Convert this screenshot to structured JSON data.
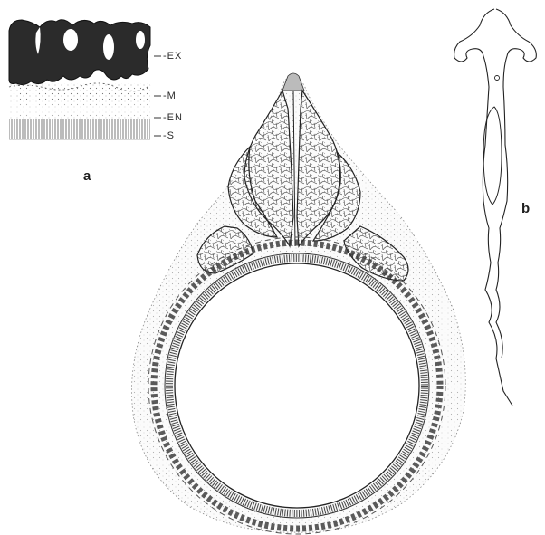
{
  "panels": {
    "a": {
      "letter": "a",
      "labels": [
        "EX",
        "M",
        "EN",
        "S"
      ]
    },
    "b": {
      "letter": "b"
    }
  },
  "colors": {
    "ink": "#222222",
    "fill": "#2b2b2b",
    "paper": "#ffffff"
  }
}
